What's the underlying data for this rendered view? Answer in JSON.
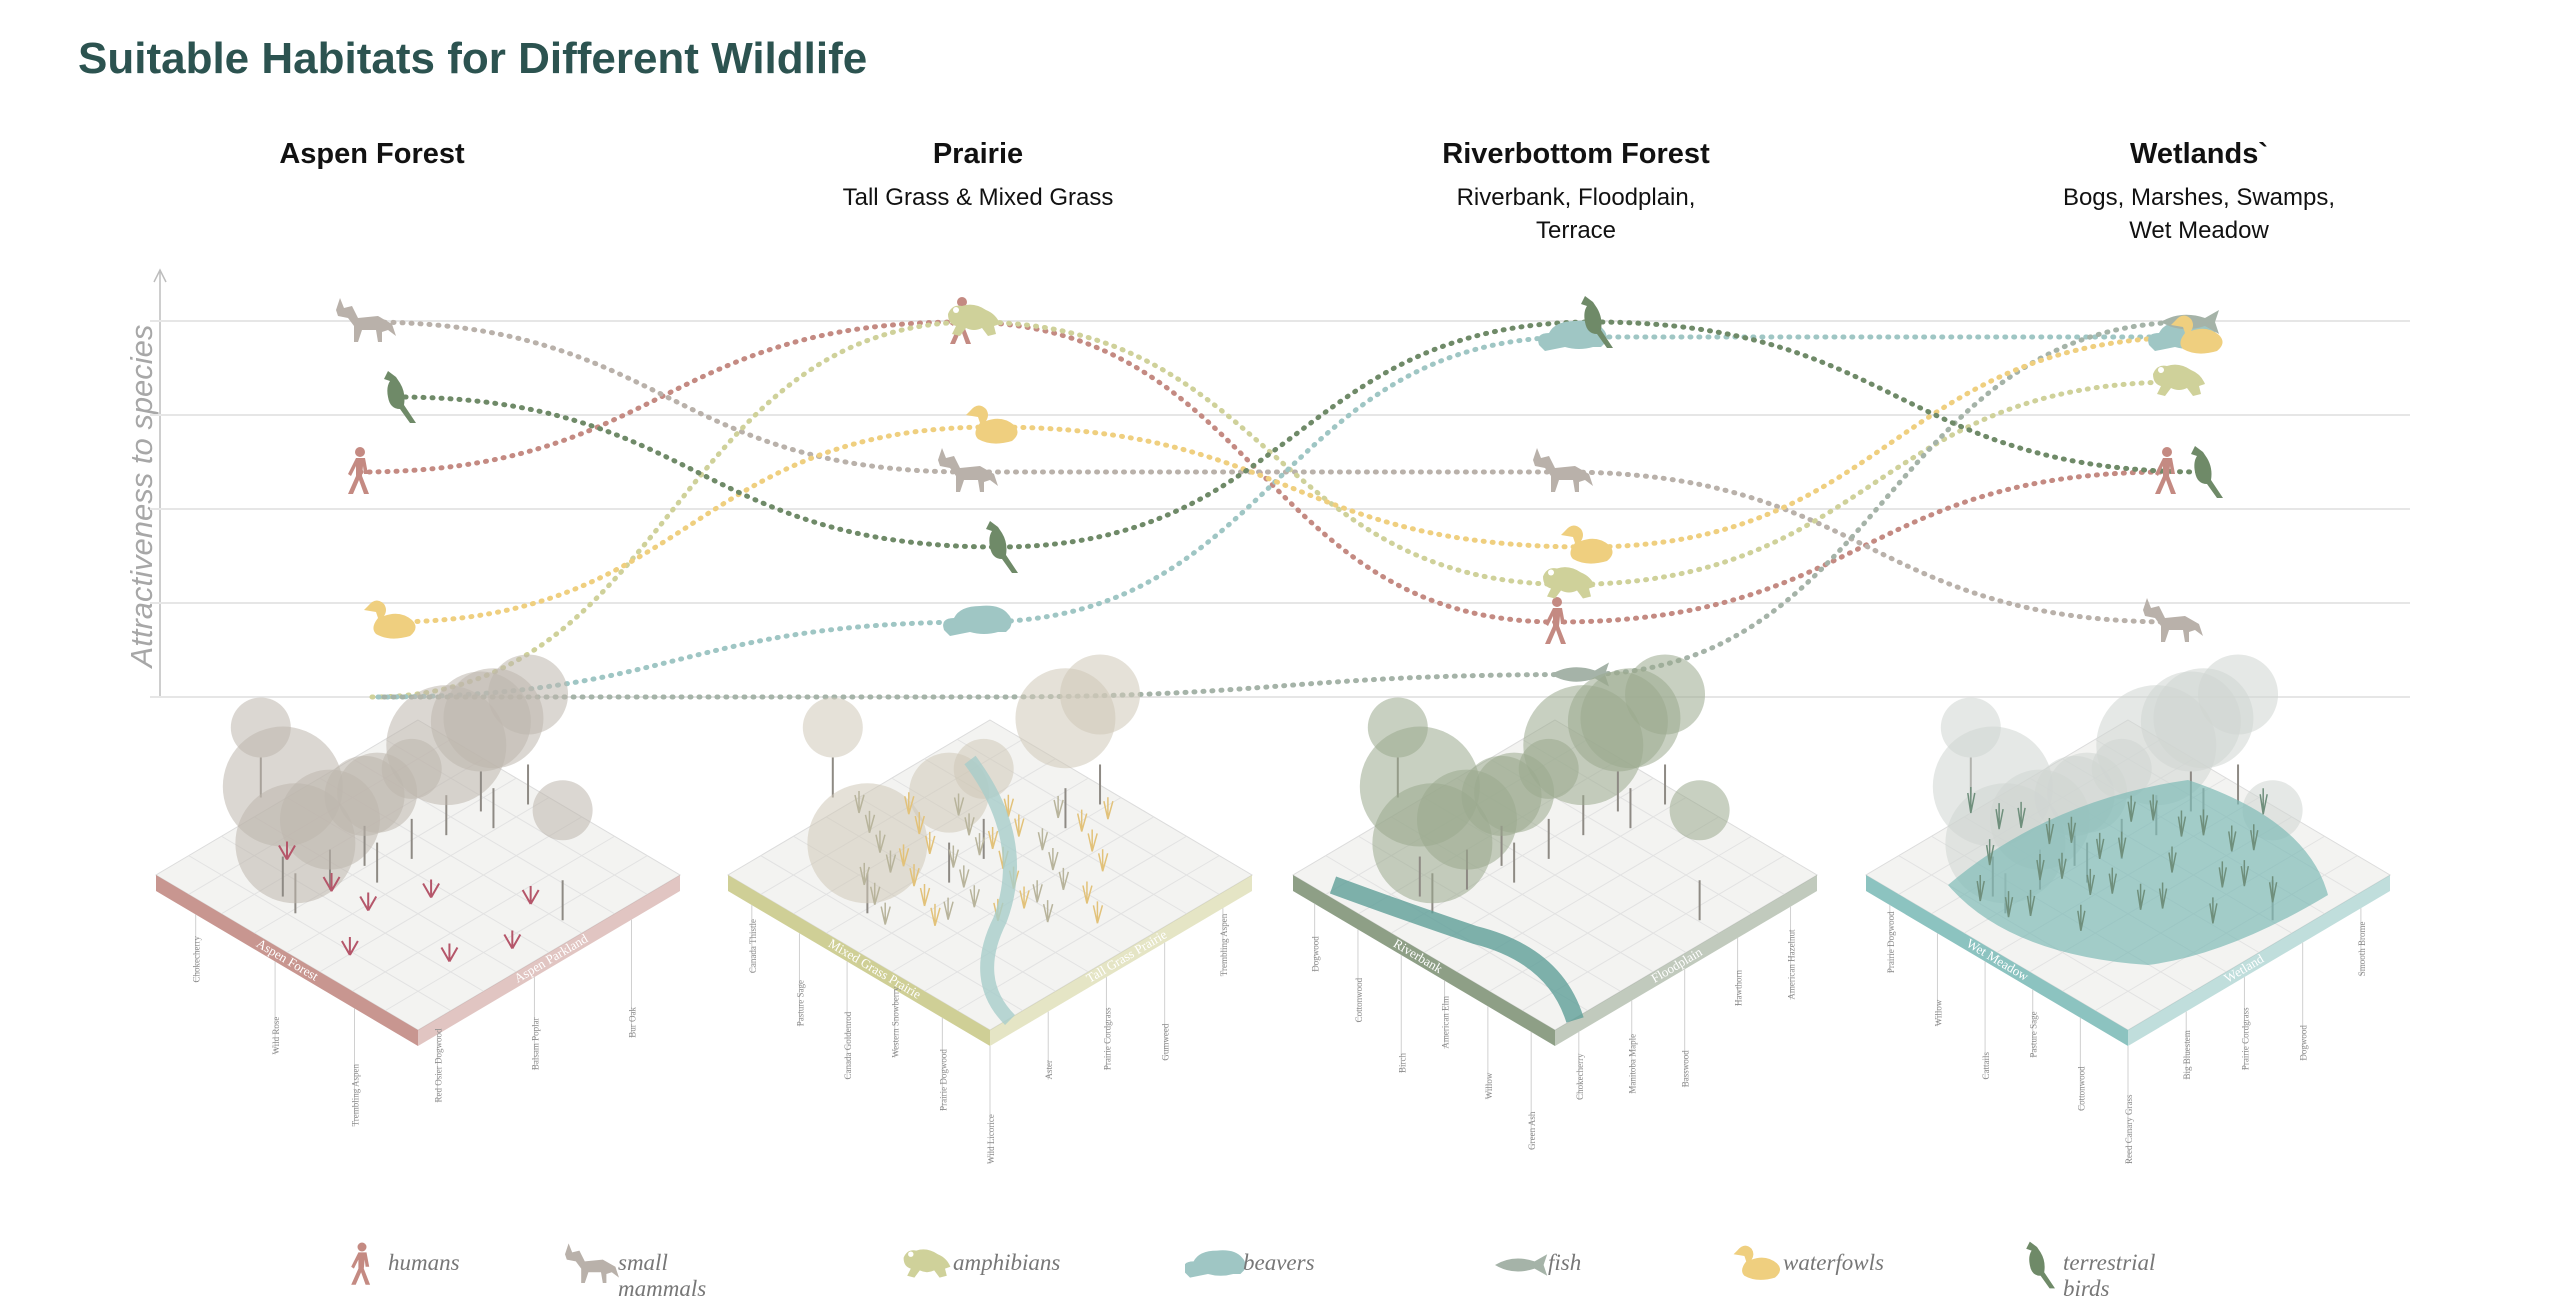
{
  "title": "Suitable Habitats for Different Wildlife",
  "y_axis_label": "Attractiveness to species",
  "habitats": [
    {
      "name": "Aspen Forest",
      "subtitle": ""
    },
    {
      "name": "Prairie",
      "subtitle": "Tall Grass & Mixed Grass"
    },
    {
      "name": "Riverbottom Forest",
      "subtitle": "Riverbank, Floodplain, Terrace"
    },
    {
      "name": "Wetlands`",
      "subtitle": "Bogs, Marshes, Swamps, Wet Meadow"
    }
  ],
  "colors": {
    "humans": "#c48a82",
    "small_mammals": "#b9b1aa",
    "amphibians": "#cfd19a",
    "beavers": "#9fc6c4",
    "fish": "#a5b3a8",
    "waterfowls": "#efcf7f",
    "terrestrial_birds": "#6f8a68"
  },
  "legend": [
    {
      "key": "humans",
      "label": "humans",
      "icon": "human-icon"
    },
    {
      "key": "small_mammals",
      "label": "small mammals",
      "icon": "fox-icon"
    },
    {
      "key": "amphibians",
      "label": "amphibians",
      "icon": "frog-icon"
    },
    {
      "key": "beavers",
      "label": "beavers",
      "icon": "beaver-icon"
    },
    {
      "key": "fish",
      "label": "fish",
      "icon": "fish-icon"
    },
    {
      "key": "waterfowls",
      "label": "waterfowls",
      "icon": "duck-icon"
    },
    {
      "key": "terrestrial_birds",
      "label": "terrestrial birds",
      "icon": "bird-icon"
    }
  ],
  "attractiveness_levels": 5,
  "species_curves": [
    {
      "key": "humans",
      "levels": [
        3,
        5,
        1,
        3
      ]
    },
    {
      "key": "small_mammals",
      "levels": [
        5,
        3,
        3,
        1
      ]
    },
    {
      "key": "amphibians",
      "levels": [
        0,
        5,
        1.5,
        4.2
      ]
    },
    {
      "key": "beavers",
      "levels": [
        0,
        1,
        4.8,
        4.8
      ]
    },
    {
      "key": "fish",
      "levels": [
        0,
        0,
        0.3,
        5
      ]
    },
    {
      "key": "waterfowls",
      "levels": [
        1,
        3.6,
        2,
        4.8
      ]
    },
    {
      "key": "terrestrial_birds",
      "levels": [
        4,
        2,
        5,
        3
      ]
    }
  ],
  "zones": [
    {
      "label_left": "Aspen Forest",
      "label_right": "Aspen Parkland",
      "color": "#c89690"
    },
    {
      "label_left": "Mixed Grass Prairie",
      "label_right": "Tall Grass Prairie",
      "color": "#cfcf96"
    },
    {
      "label_left": "Riverbank",
      "label_right": "Floodplain",
      "color": "#8e9f86"
    },
    {
      "label_left": "Wet Meadow",
      "label_right": "Wetland",
      "color": "#8cc3c0"
    }
  ],
  "plants": [
    [
      "Chokecherry",
      "Wild Rose",
      "Trembling Aspen",
      "Red Osier Dogwood",
      "Balsam Poplar",
      "Bur Oak"
    ],
    [
      "Canada Thistle",
      "Pasture Sage",
      "Canada Goldenrod",
      "Western Snowberry",
      "Prairie Dogwood",
      "Wild Licorice",
      "Aster",
      "Prairie Cordgrass",
      "Gumweed",
      "Trembling Aspen"
    ],
    [
      "Dogwood",
      "Cottonwood",
      "Birch",
      "American Elm",
      "Willow",
      "Green Ash",
      "Chokecherry",
      "Manitoba Maple",
      "Basswood",
      "Hawthorn",
      "American Hazelnut"
    ],
    [
      "Prairie Dogwood",
      "Willow",
      "Cattails",
      "Pasture Sage",
      "Cottonwood",
      "Reed Canary Grass",
      "Big Bluestem",
      "Prairie Cordgrass",
      "Dogwood",
      "Smooth Brome"
    ]
  ]
}
